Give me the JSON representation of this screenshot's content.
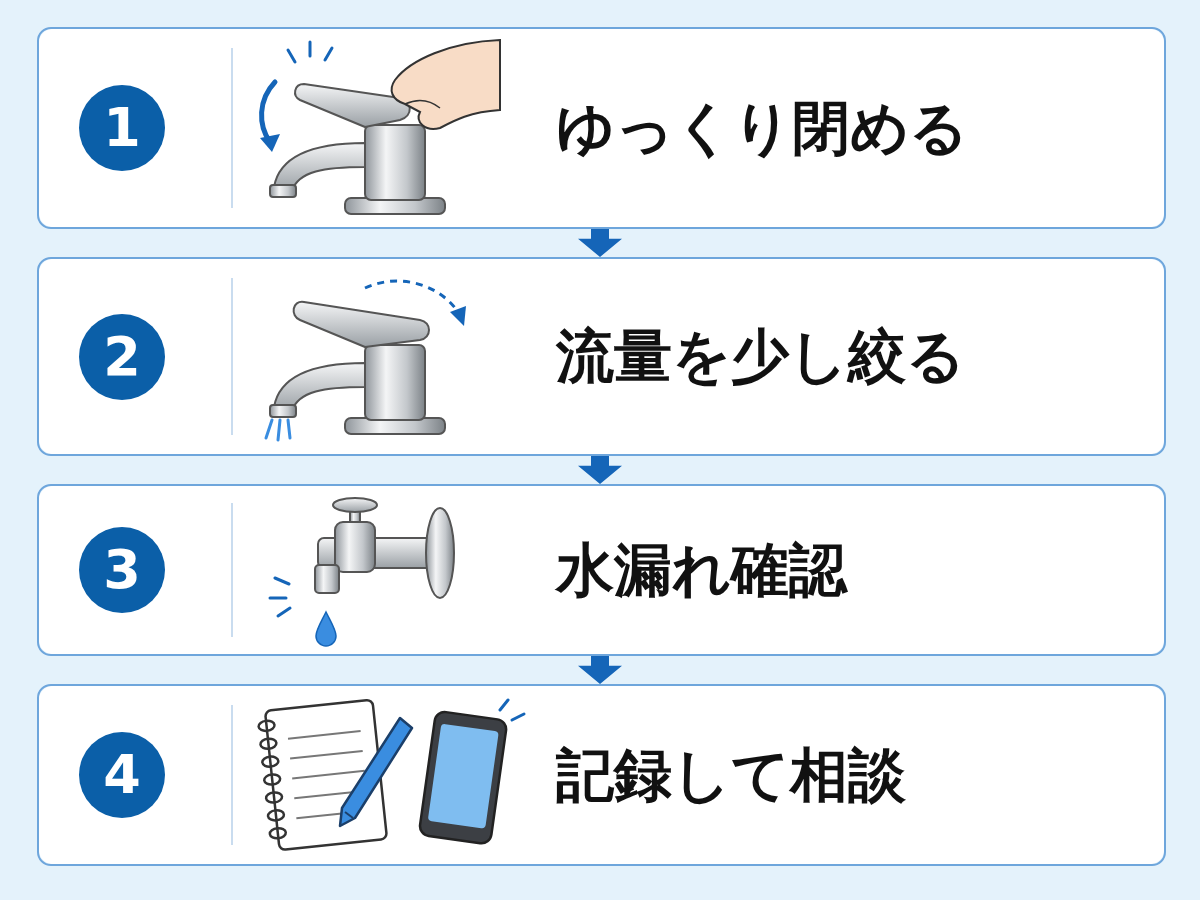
{
  "diagram": {
    "nodes": [
      {
        "text": [
          "ゆっくり閉める"
        ]
      },
      {
        "text": [
          "1"
        ],
        "in": 0
      },
      {
        "text": [
          "流量を少し絞る"
        ]
      },
      {
        "text": [
          "2"
        ],
        "in": 2
      },
      {
        "text": [
          "水漏れ確認"
        ]
      },
      {
        "text": [
          "3"
        ],
        "in": 4
      },
      {
        "text": [
          "記録して相談"
        ]
      },
      {
        "text": [
          "4"
        ],
        "in": 6
      }
    ],
    "edges": [
      {
        "from": 0,
        "to": 2,
        "arrow": "to"
      },
      {
        "from": 2,
        "to": 4,
        "arrow": "to"
      },
      {
        "from": 4,
        "to": 6,
        "arrow": "to"
      }
    ]
  }
}
